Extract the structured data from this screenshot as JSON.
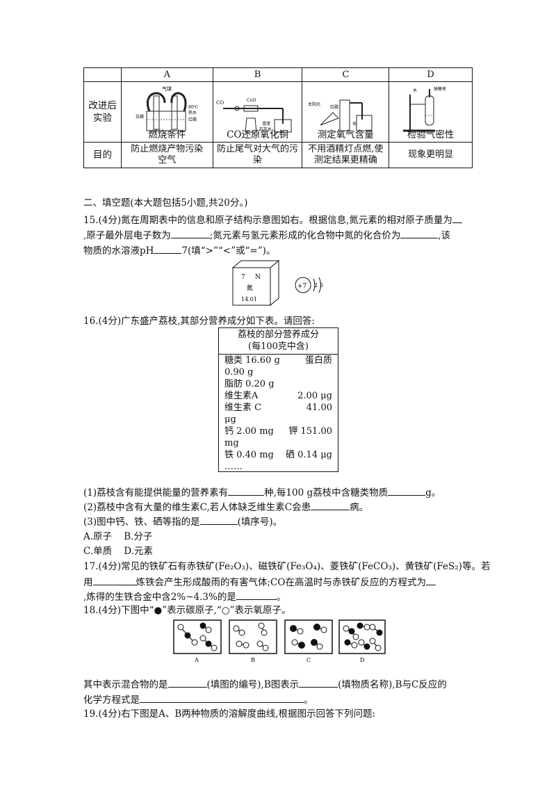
{
  "table": {
    "headers": [
      "A",
      "B",
      "C",
      "D"
    ],
    "row1_label_a": "改进后",
    "row1_label_b": "实验",
    "captions": [
      "燃烧条件",
      "CO还原氧化铜",
      "测定氧气含量",
      "检验气密性"
    ],
    "row2_label": "目的",
    "purposes": [
      [
        "防止燃烧产物污染",
        "空气"
      ],
      [
        "防止尾气对大气的污",
        "染"
      ],
      [
        "不用酒精灯点燃,使",
        "测定结果更精确"
      ],
      [
        "现象更明显"
      ]
    ],
    "diagram_labels": {
      "a": [
        "气球",
        "80℃",
        "热水",
        "白磷",
        "红磷"
      ],
      "b": [
        "CO",
        "CuO",
        "澄清",
        "石灰水"
      ],
      "c": [
        "太阳光",
        "红磷",
        "水"
      ],
      "d": [
        "水",
        "弹簧夹"
      ]
    }
  },
  "section_title": "二、填空题(本大题包括5小题,共20分。)",
  "q15": {
    "l1": "15.(4分)氮在周期表中的信息和原子结构示意图如右。根据信息,氮元素的相对原子质量为",
    "l2a": ",原子最外层电子数为",
    "l2b": ";氮元素与氢元素形成的化合物中氮的化合价为",
    "l2c": ",该",
    "l3a": "物质的水溶液pH",
    "l3b": "7(填“>”“<”或“=”)。",
    "cube": {
      "num": "7",
      "sym": "N",
      "name": "氮",
      "mass": "14.01"
    },
    "atom": {
      "nucleus": "+7",
      "shells": [
        "2",
        "5"
      ]
    }
  },
  "q16": {
    "intro": "16.(4分)广东盛产荔枝,其部分营养成分如下表。请回答:",
    "table_title1": "荔枝的部分营养成分",
    "table_title2": "(每100克中含)",
    "rows": [
      [
        "糖类 16.60 g",
        "蛋白质"
      ],
      [
        "0.90 g",
        ""
      ],
      [
        "脂肪 0.20 g",
        ""
      ],
      [
        "维生素A",
        "2.00 μg"
      ],
      [
        "维生素 C",
        "41.00"
      ],
      [
        "μg",
        ""
      ],
      [
        "钙 2.00 mg",
        "钾 151.00"
      ],
      [
        "mg",
        ""
      ],
      [
        "铁 0.40 mg",
        "硒 0.14 μg"
      ],
      [
        "……",
        ""
      ]
    ],
    "p1a": "(1)荔枝含有能提供能量的营养素有",
    "p1b": "种,每100 g荔枝中含糖类物质",
    "p1c": "g。",
    "p2a": "(2)荔枝中含有大量的维生素C,若人体缺乏维生素C会患",
    "p2b": "病。",
    "p3": "(3)图中钙、铁、硒等指的是",
    "p3b": "(填序号)。",
    "optAB": "A.原子    B.分子",
    "optCD": "C.单质    D.元素"
  },
  "q17": {
    "l1": "17.(4分)常见的铁矿石有赤铁矿(Fe₂O₃)、磁铁矿(Fe₃O₄)、菱铁矿(FeCO₃)、黄铁矿(FeS₂)等。若",
    "l2a": "用",
    "l2b": "炼铁会产生形成酸雨的有害气体;CO在高温时与赤铁矿反应的方程式为",
    "l3a": ",炼得的生铁合金中含2%~4.3%的是",
    "l3b": "。"
  },
  "q18": {
    "l1": "18.(4分)下图中“●”表示碳原子,“○”表示氧原子。",
    "labels": [
      "A",
      "B",
      "C",
      "D"
    ],
    "l2a": "其中表示混合物的是",
    "l2b": "(填图的编号),B图表示",
    "l2c": "(填物质名称),B与C反应的",
    "l3a": "化学方程式是",
    "l3b": "。"
  },
  "q19": {
    "l1": "19.(4分)右下图是A、B两种物质的溶解度曲线,根据图示回答下列问题:"
  }
}
